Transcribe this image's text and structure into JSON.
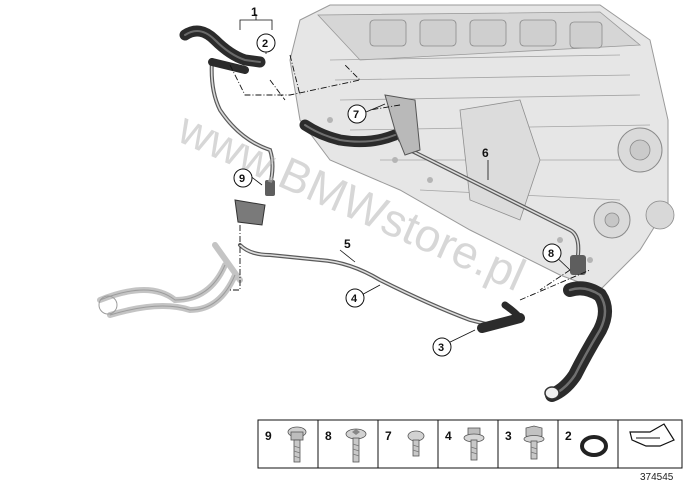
{
  "diagram": {
    "callouts": {
      "c1": "1",
      "c2": "2",
      "c3": "3",
      "c4": "4",
      "c5": "5",
      "c6": "6",
      "c7": "7",
      "c8": "8",
      "c9": "9"
    },
    "watermark": "www.BMWstore.pl",
    "reference_number": "374545"
  },
  "parts_legend": {
    "cells": [
      {
        "number": "9",
        "icon": "torx-bolt-icon"
      },
      {
        "number": "8",
        "icon": "torx-bolt-flange-icon"
      },
      {
        "number": "7",
        "icon": "small-screw-icon"
      },
      {
        "number": "4",
        "icon": "collar-bolt-icon"
      },
      {
        "number": "3",
        "icon": "hex-bolt-icon"
      },
      {
        "number": "2",
        "icon": "o-ring-icon"
      }
    ],
    "last_cell_icon": "pointer-arrow-icon"
  }
}
